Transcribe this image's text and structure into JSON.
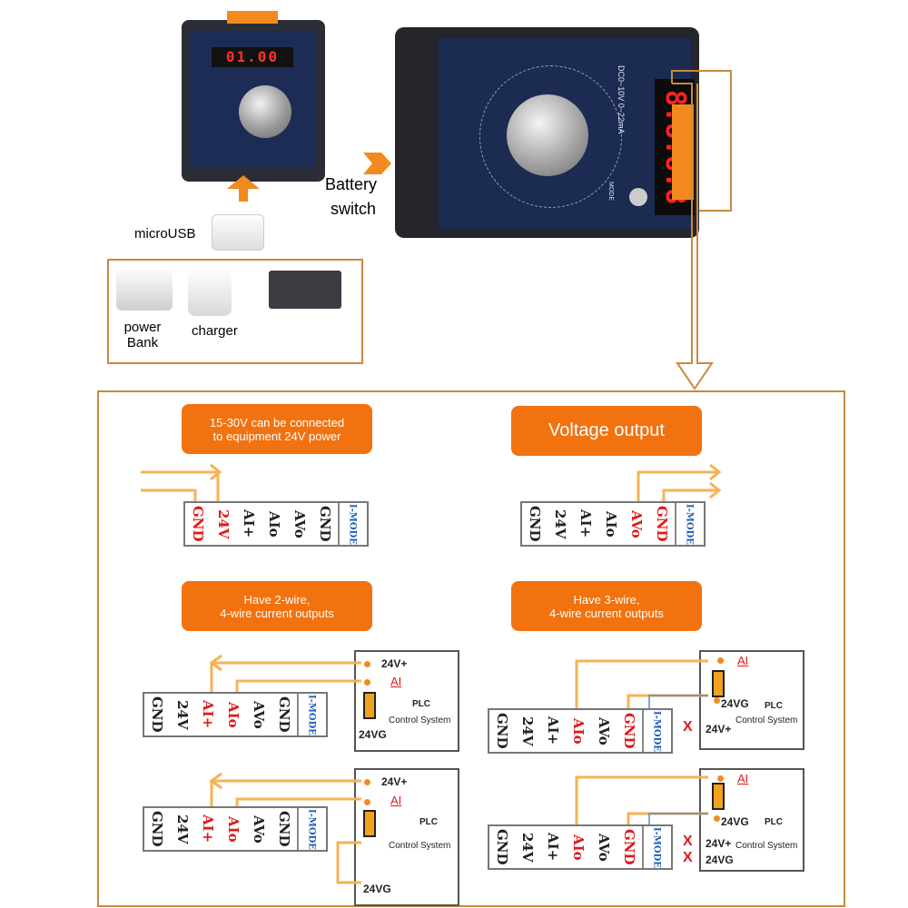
{
  "top": {
    "small_display": "01.00",
    "big_display": "8.8.8.8",
    "big_model": "DC0~10V  0~22mA",
    "mode_label": "MODE",
    "usb_label": "microUSB",
    "battery_label_1": "Battery",
    "battery_label_2": "switch",
    "sources": [
      {
        "label_1": "power",
        "label_2": "Bank"
      },
      {
        "label_1": "charger",
        "label_2": ""
      }
    ]
  },
  "banners": {
    "power_1": "15-30V can be connected",
    "power_2": "to equipment 24V power",
    "voltage": "Voltage output",
    "two_wire_1": "Have 2-wire,",
    "two_wire_2": "4-wire current outputs",
    "three_wire_1": "Have 3-wire,",
    "three_wire_2": "4-wire current outputs"
  },
  "strips": {
    "pins": [
      "GND",
      "24V",
      "AI+",
      "AIo",
      "AVo",
      "GND"
    ],
    "mode": "I-MODE"
  },
  "plc": {
    "v24p": "24V+",
    "ai": "AI",
    "v24g": "24VG",
    "name": "PLC",
    "system": "Control System"
  },
  "x_mark": "X",
  "colors": {
    "orange": "#f2720f",
    "arrow": "#f5b354",
    "red": "#e01919",
    "blue": "#1b5db8"
  }
}
